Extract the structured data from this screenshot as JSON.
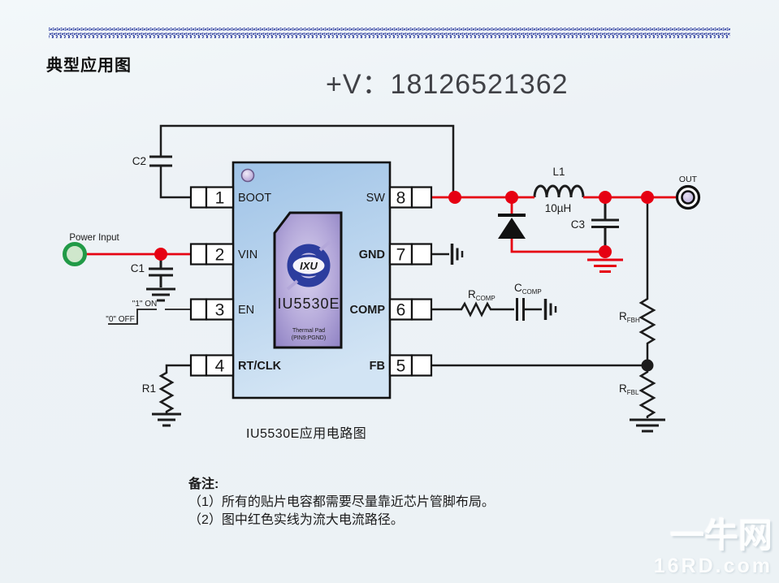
{
  "header": {
    "title": "典型应用图",
    "contact": "+V：18126521362"
  },
  "chip": {
    "part": "IU5530E",
    "logo": "IXU",
    "thermal1": "Thermal Pad",
    "thermal2": "(PIN9:PGND)",
    "pins": {
      "p1": {
        "num": "1",
        "name": "BOOT"
      },
      "p2": {
        "num": "2",
        "name": "VIN"
      },
      "p3": {
        "num": "3",
        "name": "EN"
      },
      "p4": {
        "num": "4",
        "name": "RT/CLK"
      },
      "p5": {
        "num": "5",
        "name": "FB"
      },
      "p6": {
        "num": "6",
        "name": "COMP"
      },
      "p7": {
        "num": "7",
        "name": "GND"
      },
      "p8": {
        "num": "8",
        "name": "SW"
      }
    }
  },
  "labels": {
    "power_input": "Power Input",
    "out": "OUT",
    "c1": "C1",
    "c2": "C2",
    "c3": "C3",
    "l1": "L1",
    "l1_value": "10µH",
    "r1": "R1",
    "en_on": "\"1\" ON",
    "en_off": "\"0\" OFF",
    "rcomp": {
      "base": "R",
      "sub": "COMP"
    },
    "ccomp": {
      "base": "C",
      "sub": "COMP"
    },
    "rfbh": {
      "base": "R",
      "sub": "FBH"
    },
    "rfbl": {
      "base": "R",
      "sub": "FBL"
    }
  },
  "caption": "IU5530E应用电路图",
  "notes": {
    "heading": "备注:",
    "items": [
      "（1）所有的贴片电容都需要尽量靠近芯片管脚布局。",
      "（2）图中红色实线为流大电流路径。"
    ]
  },
  "watermark": {
    "line1": "一牛网",
    "line2": "16RD.com"
  },
  "colors": {
    "current_path_red": "#e60012",
    "wire_black": "#1c1c1c",
    "chain_blue": "#2e3ea0",
    "power_green": "#219a47"
  }
}
